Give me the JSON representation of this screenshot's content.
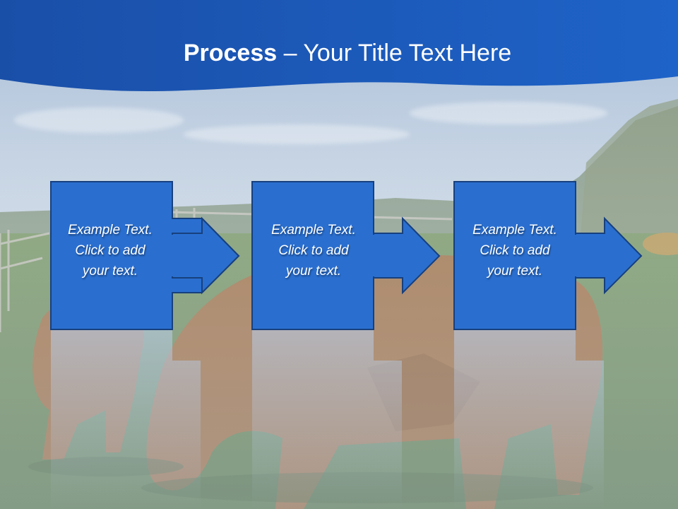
{
  "slide": {
    "title_bold": "Process",
    "title_rest": " – Your Title Text Here",
    "steps": [
      {
        "line1": "Example Text.",
        "line2": "Click  to add",
        "line3": "your text."
      },
      {
        "line1": "Example Text.",
        "line2": "Click  to add",
        "line3": "your text."
      },
      {
        "line1": "Example Text.",
        "line2": "Click  to add",
        "line3": "your text."
      }
    ]
  },
  "colors": {
    "header_blue": "#1e57b0",
    "step_fill": "#2a6fd0",
    "step_border": "#17407e",
    "sky": "#b9c9dc",
    "grass": "#6f8c5f",
    "horse": "#a36a45"
  },
  "icons": {
    "arrow": "right-arrow-icon"
  }
}
